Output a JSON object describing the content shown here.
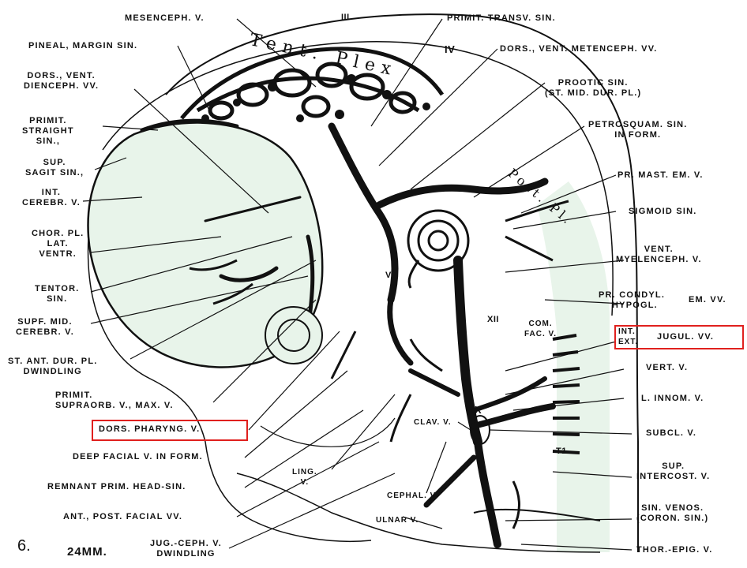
{
  "figure": {
    "number": "6.",
    "stage": "24MM."
  },
  "labels": {
    "mesenceph_v": "MESENCEPH. V.",
    "pineal_margin_sin": "PINEAL, MARGIN SIN.",
    "dors_vent_dienceph_vv": "DORS., VENT.\nDIENCEPH. VV.",
    "primit_straight_sin": "PRIMIT.\nSTRAIGHT\nSIN.,",
    "sup_sagit_sin": "SUP.\nSAGIT SIN.,",
    "int_cerebr_v": "INT.\nCEREBR. V.",
    "chor_pl_lat_ventr": "CHOR. PL.\nLAT.\nVENTR.",
    "tentor_sin": "TENTOR.\nSIN.",
    "supf_mid_cerebr_v": "SUPF. MID.\nCEREBR. V.",
    "st_ant_dur_pl": "ST. ANT. DUR. PL.\nDWINDLING",
    "primit_supraorb": "PRIMIT.\nSUPRAORB. V., MAX. V.",
    "dors_pharyng_v": "DORS. PHARYNG. V.",
    "deep_facial_v": "DEEP FACIAL V. IN FORM.",
    "remnant_prim_head_sin": "REMNANT PRIM. HEAD-SIN.",
    "ant_post_facial_vv": "ANT., POST. FACIAL VV.",
    "jug_ceph_v": "JUG.-CEPH. V.\nDWINDLING",
    "primit_transv_sin": "PRIMIT. TRANSV. SIN.",
    "dors_vent_metenceph_vv": "DORS., VENT. METENCEPH. VV.",
    "prootic_sin": "PROOTIC SIN.\n(ST. MID. DUR. PL.)",
    "petrosquam_sin": "PETROSQUAM. SIN.\nIN FORM.",
    "pr_mast_em_v": "PR. MAST. EM. V.",
    "sigmoid_sin": "SIGMOID SIN.",
    "vent_myelenceph_v": "VENT.\nMYELENCEPH. V.",
    "pr_condyl_hypogl": "PR. CONDYL.\n    HYPOGL.",
    "em_vv": "EM. VV.",
    "int_ext": "INT.\nEXT.",
    "jugul_vv": "JUGUL. VV.",
    "vert_v": "VERT. V.",
    "l_innom_v": "L. INNOM. V.",
    "subcl_v": "SUBCL. V.",
    "sup_intercost_v": "SUP.\nINTERCOST. V.",
    "sin_venos": "SIN. VENOS.\n(CORON. SIN.)",
    "thor_epig_v": "THOR.-EPIG. V.",
    "ling_v": "LING.\nV.",
    "cephal_v": "CEPHAL. V.",
    "ulnar_v": "ULNAR V.",
    "clav_v": "CLAV. V.",
    "com_fac_v": "COM.\nFAC. V."
  },
  "nerve_labels": {
    "iii": "III",
    "iv": "IV",
    "v": "V",
    "xii": "XII",
    "x": "X",
    "t1": "T1"
  },
  "region_labels": {
    "tent_plex": "Tent. Plex",
    "post_pl": "Post. Pl."
  },
  "colors": {
    "ink": "#111111",
    "highlight": "#e0201e",
    "tint": "#e8f4ea"
  }
}
